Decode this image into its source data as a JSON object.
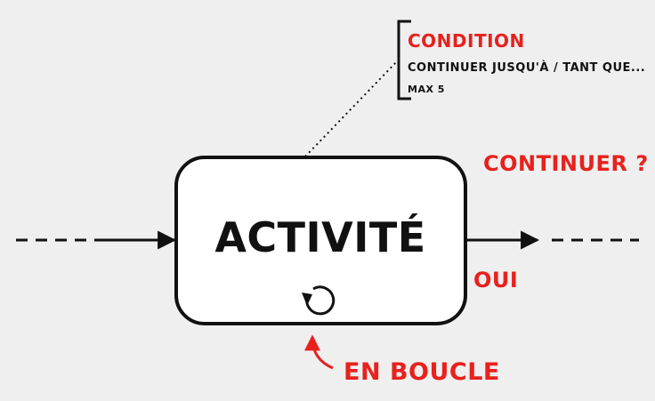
{
  "diagram": {
    "activity_label": "ACTIVITÉ",
    "condition": {
      "title": "CONDITION",
      "line1": "CONTINUER JUSQU'À / TANT QUE...",
      "line2": "MAX 5"
    },
    "continue_question": "CONTINUER ?",
    "yes_label": "OUI",
    "loop_label": "EN BOUCLE",
    "loop_icon": "loop-arrow-icon"
  },
  "colors": {
    "background": "#efefef",
    "ink": "#111111",
    "accent": "#e8211d",
    "box_fill": "#ffffff"
  }
}
